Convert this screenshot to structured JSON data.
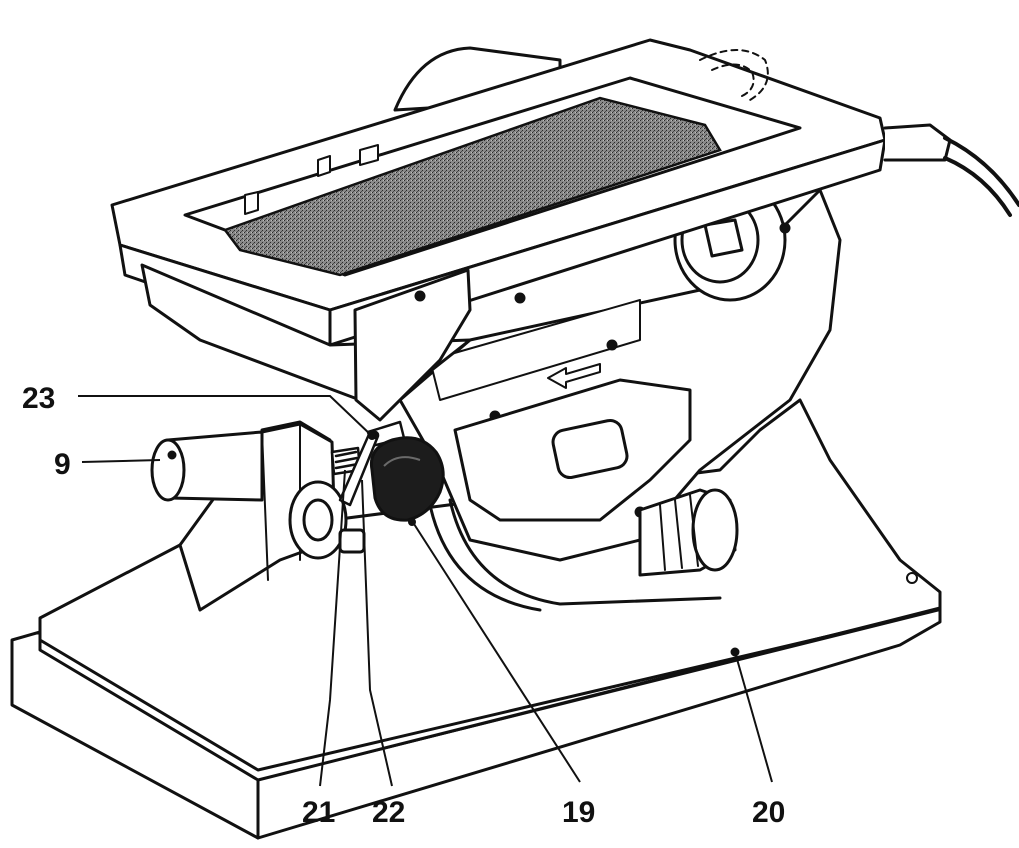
{
  "callouts": {
    "c23": "23",
    "c9": "9",
    "c21": "21",
    "c22": "22",
    "c19": "19",
    "c20": "20"
  },
  "colors": {
    "ink": "#111111",
    "paper": "#ffffff",
    "abrasive": "#7a7a7a"
  }
}
